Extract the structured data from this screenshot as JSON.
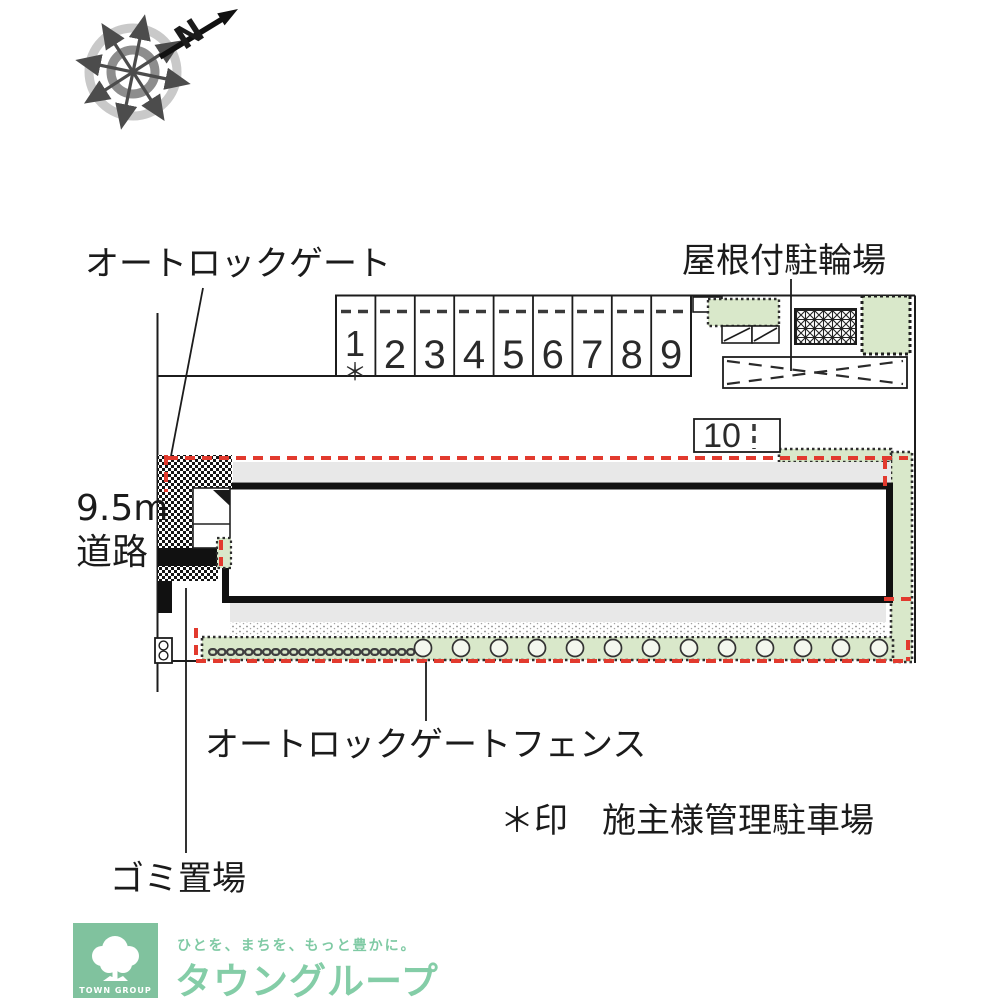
{
  "compass": {
    "north": "N"
  },
  "labels": {
    "auto_lock_gate": "オートロックゲート",
    "covered_bike_parking": "屋根付駐輪場",
    "road_width": "9.5m",
    "road": "道路",
    "fence": "オートロックゲートフェンス",
    "note": "＊印　施主様管理駐車場",
    "garbage": "ゴミ置場"
  },
  "parking": {
    "stalls": [
      "1",
      "2",
      "3",
      "4",
      "5",
      "6",
      "7",
      "8",
      "9"
    ],
    "stall1_mark": "＊",
    "stall10": "10"
  },
  "footer": {
    "tagline": "ひとを、まちを、もっと豊かに。",
    "brand": "タウングループ",
    "logo_caption": "TOWN GROUP"
  },
  "colors": {
    "plan_green": "#d9e8ca",
    "plan_gray": "#e8e8e8",
    "fence_red": "#e23a2e",
    "line_black": "#1c1c1c",
    "logo_green": "#80c29e",
    "brand_green": "#84cda7"
  }
}
